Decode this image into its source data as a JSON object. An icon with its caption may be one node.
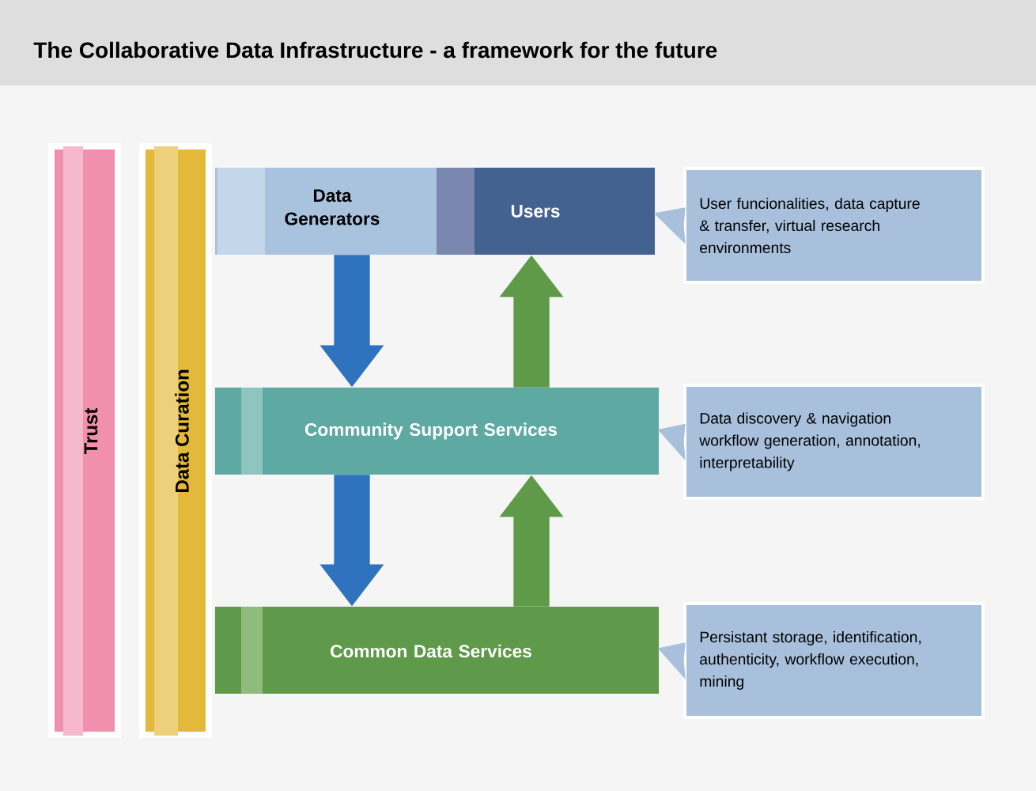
{
  "diagram": {
    "title": "The Collaborative Data Infrastructure - a framework for the future",
    "nodes": [
      {
        "text": [
          "Trust"
        ]
      },
      {
        "text": [
          "Data Curation"
        ]
      },
      {
        "text": [
          "Data Generators"
        ]
      },
      {
        "text": [
          "Users"
        ]
      },
      {
        "text": [
          "Community Support Services"
        ]
      },
      {
        "text": [
          "Common Data Services"
        ]
      },
      {
        "text": [
          "User funcionalities, data capture & transfer, virtual research environments"
        ]
      },
      {
        "text": [
          "Data discovery & navigation workflow generation, annotation, interpretability"
        ]
      },
      {
        "text": [
          "Persistant storage, identification, authenticity, workflow execution, mining"
        ]
      }
    ],
    "edges": [
      {
        "from": 2,
        "to": 4,
        "arrow": "to",
        "color": "#2f72bd"
      },
      {
        "from": 4,
        "to": 5,
        "arrow": "to",
        "color": "#2f72bd"
      },
      {
        "from": 5,
        "to": 4,
        "arrow": "to",
        "color": "#5f9a48"
      },
      {
        "from": 4,
        "to": 3,
        "arrow": "to",
        "color": "#5f9a48"
      },
      {
        "from": 6,
        "to": 3,
        "arrow": "none",
        "color": "#a8c0dc"
      },
      {
        "from": 7,
        "to": 4,
        "arrow": "none",
        "color": "#a8c0dc"
      },
      {
        "from": 8,
        "to": 5,
        "arrow": "none",
        "color": "#a8c0dc"
      }
    ]
  }
}
